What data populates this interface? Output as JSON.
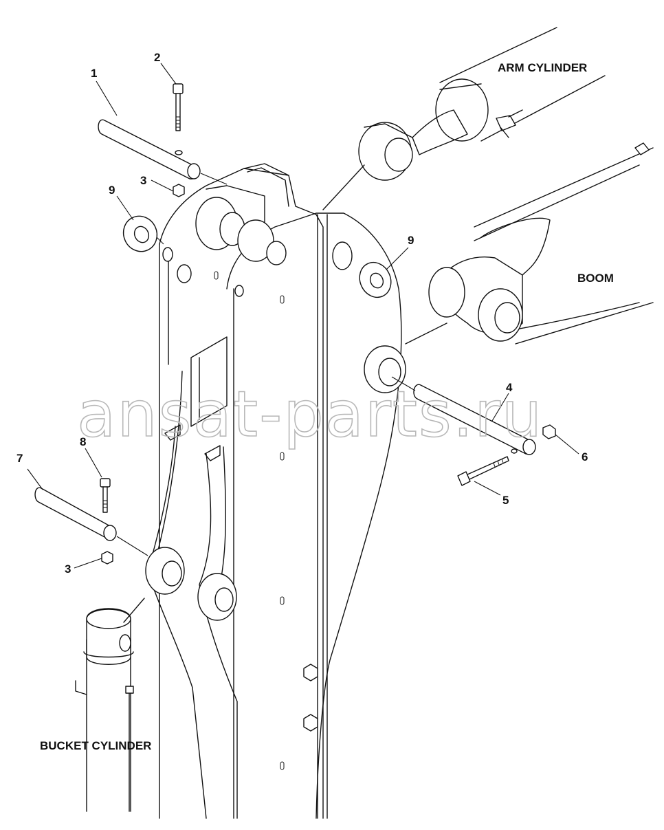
{
  "watermark": "ansat-parts.ru",
  "labels": {
    "arm_cylinder": "ARM CYLINDER",
    "boom": "BOOM",
    "bucket_cylinder": "BUCKET CYLINDER"
  },
  "callouts": {
    "c1": "1",
    "c2": "2",
    "c3a": "3",
    "c9a": "9",
    "c9b": "9",
    "c4": "4",
    "c6": "6",
    "c5": "5",
    "c7": "7",
    "c8": "8",
    "c3b": "3"
  }
}
